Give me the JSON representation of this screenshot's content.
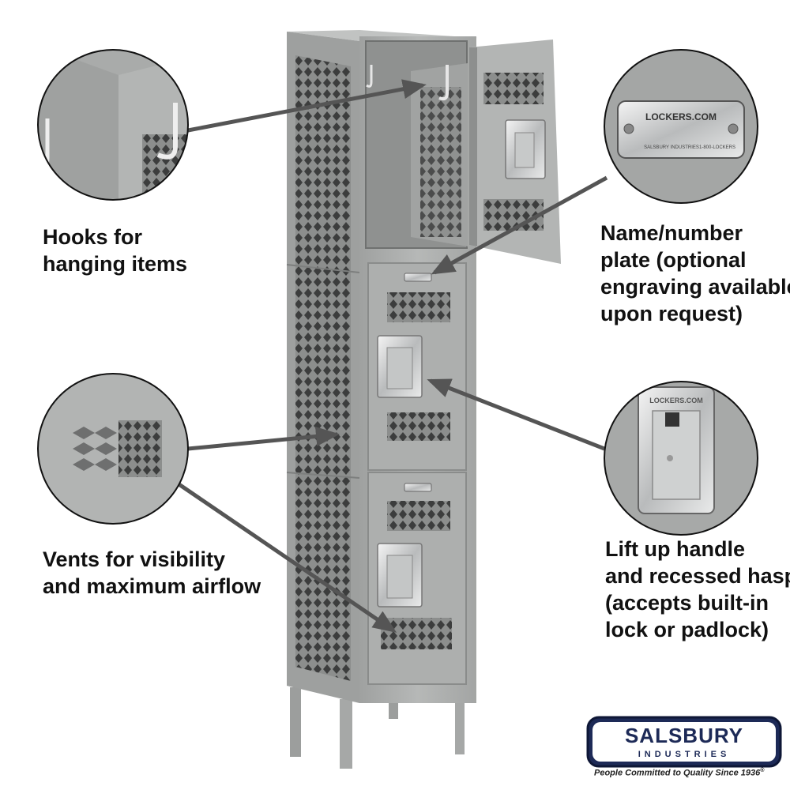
{
  "callouts": {
    "hooks": {
      "lines": [
        "Hooks for",
        "hanging items"
      ]
    },
    "plate": {
      "lines": [
        "Name/number",
        "plate (optional",
        "engraving available",
        "upon request)"
      ]
    },
    "vents": {
      "lines": [
        "Vents for visibility",
        "and maximum airflow"
      ]
    },
    "handle": {
      "lines": [
        "Lift up handle",
        "and recessed hasp",
        "(accepts built-in",
        "lock or padlock)"
      ]
    }
  },
  "plate_text": {
    "brand": "LOCKERS.COM",
    "maker": "SALSBURY INDUSTRIES",
    "phone": "1-800-LOCKERS"
  },
  "hasp_text": "LOCKERS.COM",
  "logo": {
    "name": "SALSBURY",
    "sub": "INDUSTRIES",
    "tagline": "People Committed to Quality Since 1936",
    "mark": "®"
  },
  "colors": {
    "locker_gray": "#a9abaa",
    "locker_dark": "#7f8180",
    "arrow": "#555555",
    "text": "#111111",
    "logo_navy": "#1d2a57"
  }
}
